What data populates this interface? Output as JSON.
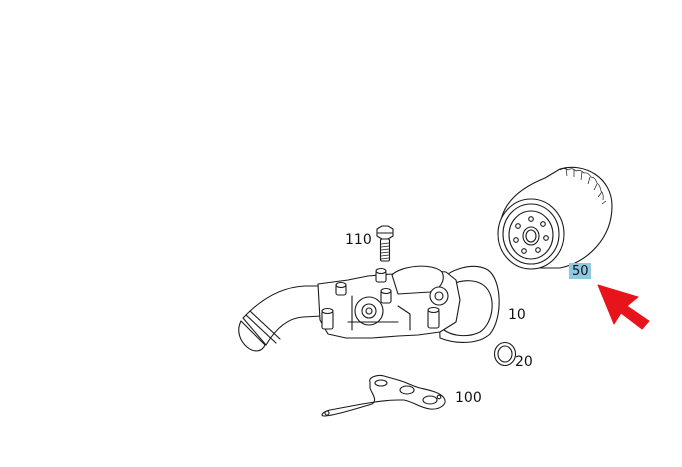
{
  "callouts": {
    "bolt": "110",
    "housing": "10",
    "filter": "50",
    "oring": "20",
    "gasket": "100"
  },
  "highlight": {
    "target": "filter",
    "background_color": "#8ec9e2",
    "arrow_color": "#e8141c"
  }
}
